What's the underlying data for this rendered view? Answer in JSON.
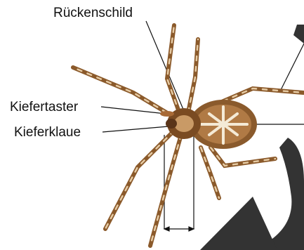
{
  "labels": {
    "dorsal_shield": "Rückenschild",
    "pedipalp": "Kiefertaster",
    "chelicera": "Kieferklaue"
  },
  "image": {
    "subject": "garden-spider",
    "background": "#ffffff",
    "spider_colors": {
      "dark": "#5a3418",
      "mid": "#a86a36",
      "light": "#d8b184",
      "pale": "#f1e2c6"
    },
    "overlay_color": "#333333"
  }
}
